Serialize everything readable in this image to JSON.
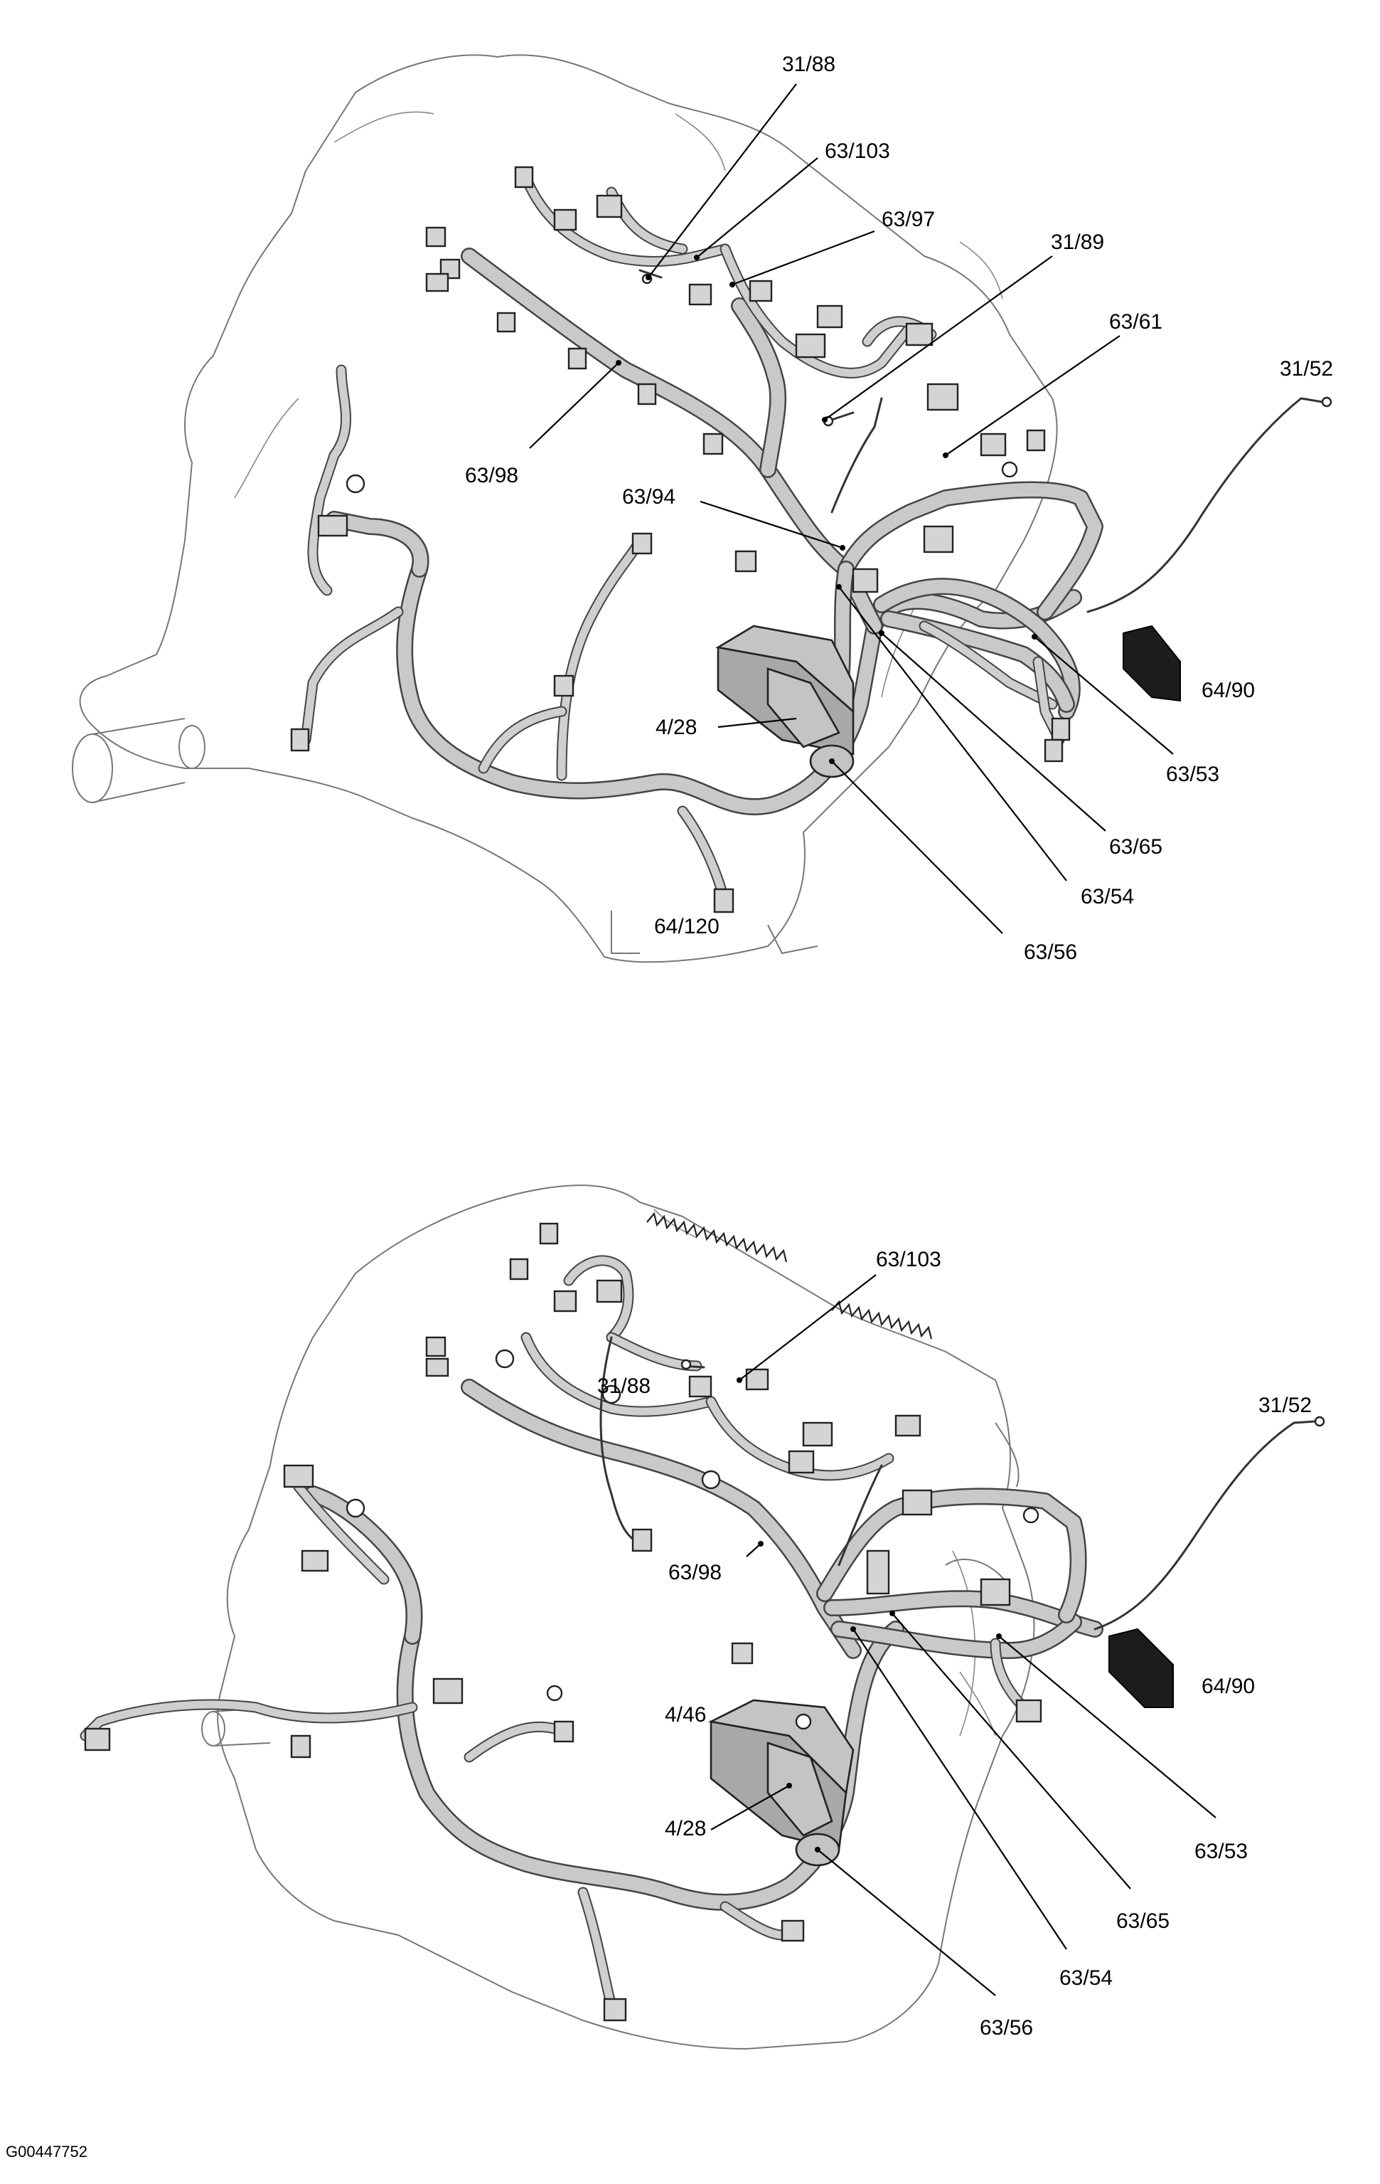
{
  "figure_code": "G00447752",
  "top_view": {
    "labels": {
      "c31_88": "31/88",
      "c63_103": "63/103",
      "c63_97": "63/97",
      "c31_89": "31/89",
      "c63_61": "63/61",
      "c31_52": "31/52",
      "c63_98": "63/98",
      "c63_94": "63/94",
      "c4_28": "4/28",
      "c64_90": "64/90",
      "c63_53": "63/53",
      "c63_65": "63/65",
      "c63_54": "63/54",
      "c64_120": "64/120",
      "c63_56": "63/56"
    }
  },
  "bottom_view": {
    "labels": {
      "c63_103": "63/103",
      "c31_88": "31/88",
      "c31_52": "31/52",
      "c63_98": "63/98",
      "c4_46": "4/46",
      "c4_28": "4/28",
      "c64_90": "64/90",
      "c63_53": "63/53",
      "c63_65": "63/65",
      "c63_54": "63/54",
      "c63_56": "63/56"
    }
  }
}
